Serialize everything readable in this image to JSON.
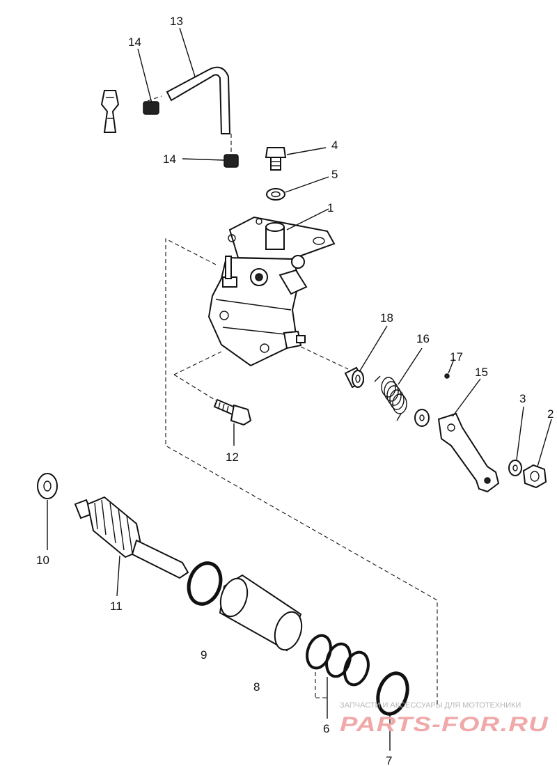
{
  "callouts": {
    "c1": "1",
    "c2": "2",
    "c3": "3",
    "c4": "4",
    "c5": "5",
    "c6": "6",
    "c7": "7",
    "c8": "8",
    "c9": "9",
    "c10": "10",
    "c11": "11",
    "c12": "12",
    "c13": "13",
    "c14a": "14",
    "c14b": "14",
    "c15": "15",
    "c16": "16",
    "c17": "17",
    "c18": "18"
  },
  "watermark": {
    "caption": "ЗАПЧАСТИ И АКСЕССУАРЫ ДЛЯ МОТОТЕХНИКИ",
    "brand": "PARTS-FOR.RU"
  },
  "colors": {
    "line": "#111111",
    "watermark_brand": "#f0a8a8",
    "watermark_caption": "#b7b7b7"
  }
}
